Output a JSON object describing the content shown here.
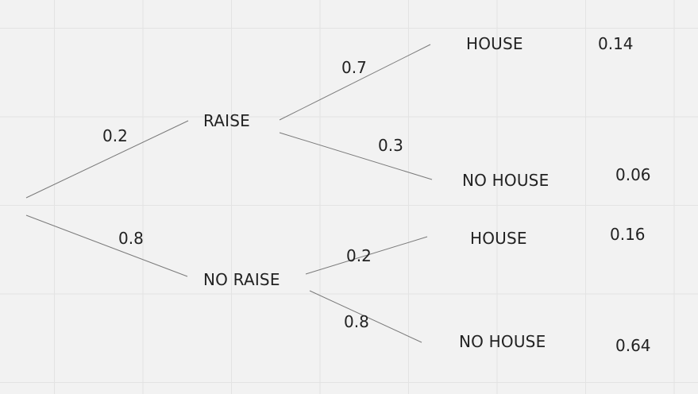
{
  "tree": {
    "branches": [
      {
        "id": "root-raise",
        "probability": "0.2"
      },
      {
        "id": "root-noraise",
        "probability": "0.8"
      },
      {
        "id": "raise-house",
        "probability": "0.7"
      },
      {
        "id": "raise-nohouse",
        "probability": "0.3"
      },
      {
        "id": "noraise-house",
        "probability": "0.2"
      },
      {
        "id": "noraise-nohouse",
        "probability": "0.8"
      }
    ],
    "nodes": {
      "raise": "RAISE",
      "no_raise": "NO RAISE",
      "raise_house": "HOUSE",
      "raise_no_house": "NO HOUSE",
      "noraise_house": "HOUSE",
      "noraise_no_house": "NO HOUSE"
    },
    "joint_probabilities": [
      "0.14",
      "0.06",
      "0.16",
      "0.64"
    ],
    "colors": {
      "line": "#7a7a7a",
      "text": "#222222",
      "background": "#f2f2f2",
      "grid": "#e3e3e3"
    }
  }
}
